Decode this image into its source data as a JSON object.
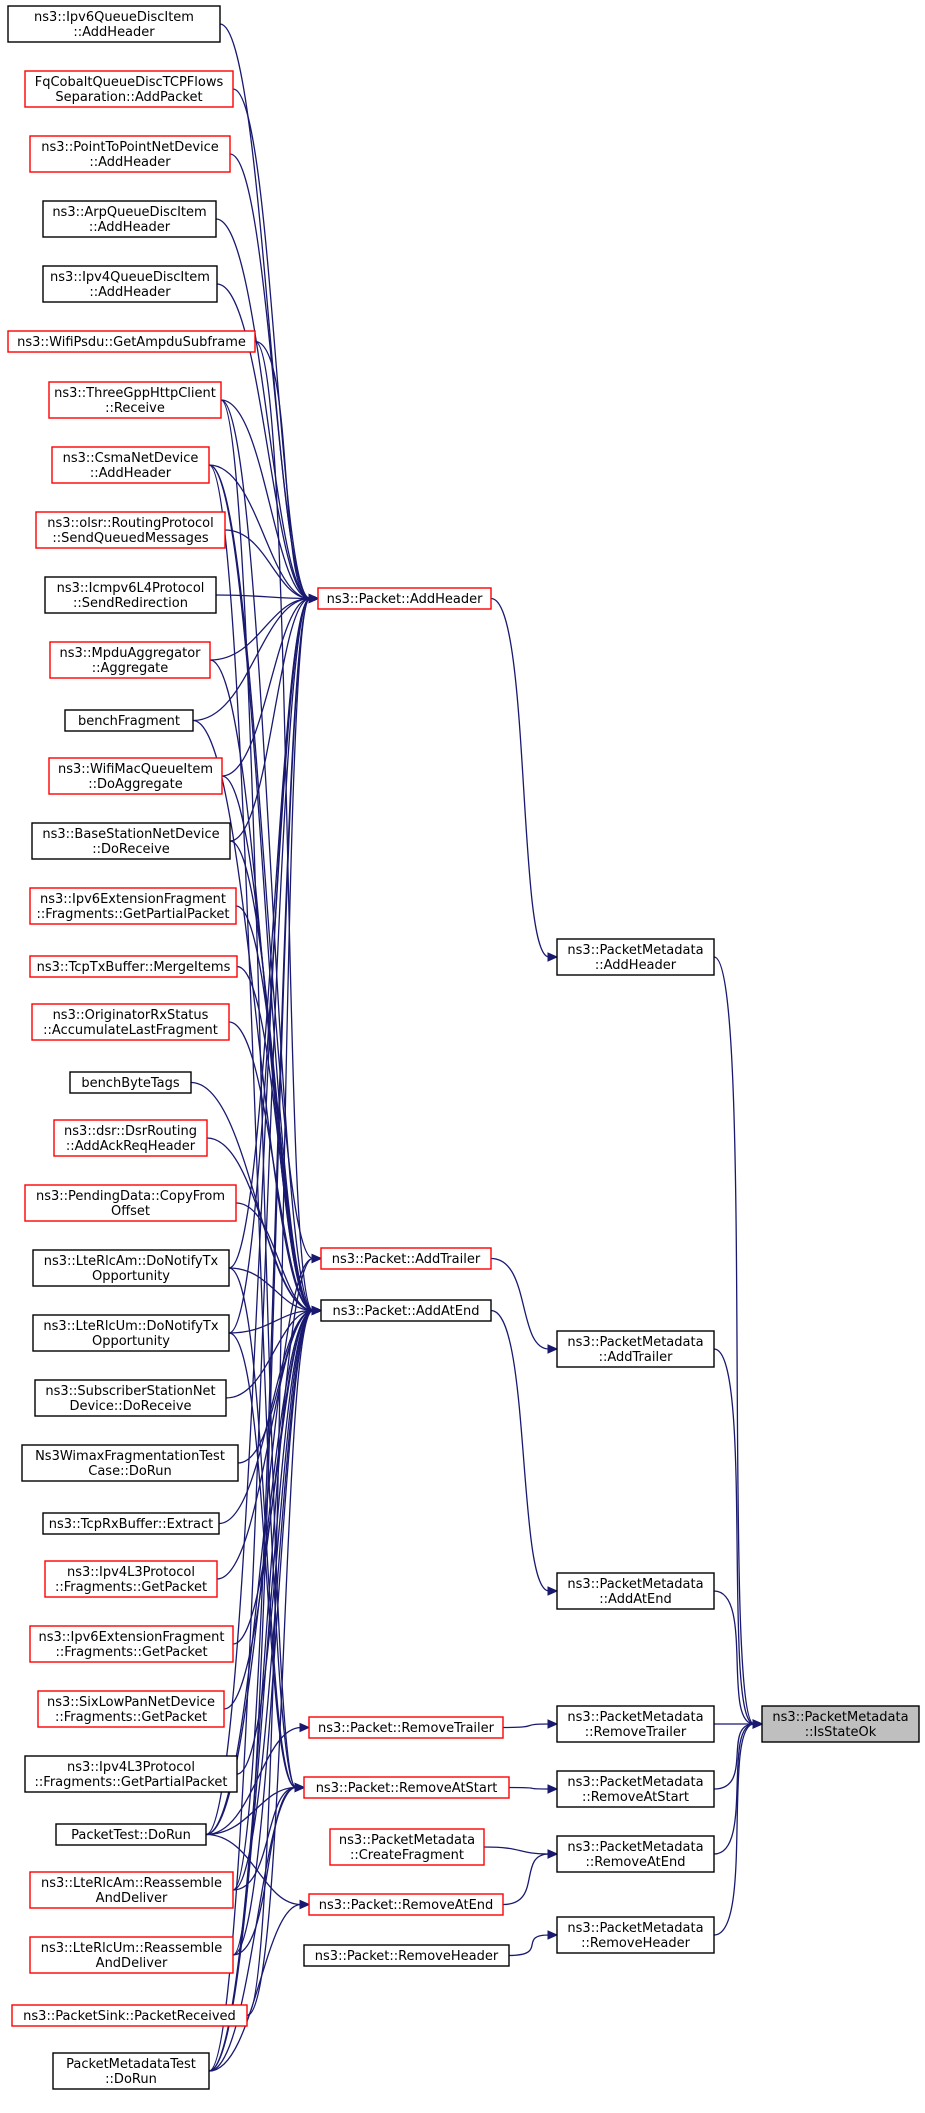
{
  "colors": {
    "edge": "#191970",
    "border_black": "#000000",
    "border_red": "#ff0000",
    "focus_fill": "#bfbfbf"
  },
  "nodes": [
    {
      "id": "n0",
      "lines": [
        "ns3::Ipv6QueueDiscItem",
        "::AddHeader"
      ],
      "border": "black"
    },
    {
      "id": "n1",
      "lines": [
        "FqCobaltQueueDiscTCPFlows",
        "Separation::AddPacket"
      ],
      "border": "red"
    },
    {
      "id": "n2",
      "lines": [
        "ns3::PointToPointNetDevice",
        "::AddHeader"
      ],
      "border": "red"
    },
    {
      "id": "n3",
      "lines": [
        "ns3::ArpQueueDiscItem",
        "::AddHeader"
      ],
      "border": "black"
    },
    {
      "id": "n4",
      "lines": [
        "ns3::Ipv4QueueDiscItem",
        "::AddHeader"
      ],
      "border": "black"
    },
    {
      "id": "n5",
      "lines": [
        "ns3::WifiPsdu::GetAmpduSubframe"
      ],
      "border": "red"
    },
    {
      "id": "n6",
      "lines": [
        "ns3::ThreeGppHttpClient",
        "::Receive"
      ],
      "border": "red"
    },
    {
      "id": "n7",
      "lines": [
        "ns3::CsmaNetDevice",
        "::AddHeader"
      ],
      "border": "red"
    },
    {
      "id": "n8",
      "lines": [
        "ns3::olsr::RoutingProtocol",
        "::SendQueuedMessages"
      ],
      "border": "red"
    },
    {
      "id": "n9",
      "lines": [
        "ns3::Icmpv6L4Protocol",
        "::SendRedirection"
      ],
      "border": "black"
    },
    {
      "id": "n10",
      "lines": [
        "ns3::MpduAggregator",
        "::Aggregate"
      ],
      "border": "red"
    },
    {
      "id": "n11",
      "lines": [
        "benchFragment"
      ],
      "border": "black"
    },
    {
      "id": "n12",
      "lines": [
        "ns3::WifiMacQueueItem",
        "::DoAggregate"
      ],
      "border": "red"
    },
    {
      "id": "n13",
      "lines": [
        "ns3::BaseStationNetDevice",
        "::DoReceive"
      ],
      "border": "black"
    },
    {
      "id": "n14",
      "lines": [
        "ns3::Ipv6ExtensionFragment",
        "::Fragments::GetPartialPacket"
      ],
      "border": "red"
    },
    {
      "id": "n15",
      "lines": [
        "ns3::TcpTxBuffer::MergeItems"
      ],
      "border": "red"
    },
    {
      "id": "n16",
      "lines": [
        "ns3::OriginatorRxStatus",
        "::AccumulateLastFragment"
      ],
      "border": "red"
    },
    {
      "id": "n17",
      "lines": [
        "benchByteTags"
      ],
      "border": "black"
    },
    {
      "id": "n18",
      "lines": [
        "ns3::dsr::DsrRouting",
        "::AddAckReqHeader"
      ],
      "border": "red"
    },
    {
      "id": "n19",
      "lines": [
        "ns3::PendingData::CopyFrom",
        "Offset"
      ],
      "border": "red"
    },
    {
      "id": "n20",
      "lines": [
        "ns3::LteRlcAm::DoNotifyTx",
        "Opportunity"
      ],
      "border": "black"
    },
    {
      "id": "n21",
      "lines": [
        "ns3::LteRlcUm::DoNotifyTx",
        "Opportunity"
      ],
      "border": "black"
    },
    {
      "id": "n22",
      "lines": [
        "ns3::SubscriberStationNet",
        "Device::DoReceive"
      ],
      "border": "black"
    },
    {
      "id": "n23",
      "lines": [
        "Ns3WimaxFragmentationTest",
        "Case::DoRun"
      ],
      "border": "black"
    },
    {
      "id": "n24",
      "lines": [
        "ns3::TcpRxBuffer::Extract"
      ],
      "border": "black"
    },
    {
      "id": "n25",
      "lines": [
        "ns3::Ipv4L3Protocol",
        "::Fragments::GetPacket"
      ],
      "border": "red"
    },
    {
      "id": "n26",
      "lines": [
        "ns3::Ipv6ExtensionFragment",
        "::Fragments::GetPacket"
      ],
      "border": "red"
    },
    {
      "id": "n27",
      "lines": [
        "ns3::SixLowPanNetDevice",
        "::Fragments::GetPacket"
      ],
      "border": "red"
    },
    {
      "id": "n28",
      "lines": [
        "ns3::Ipv4L3Protocol",
        "::Fragments::GetPartialPacket"
      ],
      "border": "black"
    },
    {
      "id": "n29",
      "lines": [
        "PacketTest::DoRun"
      ],
      "border": "black"
    },
    {
      "id": "n30",
      "lines": [
        "ns3::LteRlcAm::Reassemble",
        "AndDeliver"
      ],
      "border": "red"
    },
    {
      "id": "n31",
      "lines": [
        "ns3::LteRlcUm::Reassemble",
        "AndDeliver"
      ],
      "border": "red"
    },
    {
      "id": "n32",
      "lines": [
        "ns3::PacketSink::PacketReceived"
      ],
      "border": "red"
    },
    {
      "id": "n33",
      "lines": [
        "PacketMetadataTest",
        "::DoRun"
      ],
      "border": "black"
    },
    {
      "id": "p_addheader",
      "lines": [
        "ns3::Packet::AddHeader"
      ],
      "border": "red"
    },
    {
      "id": "p_addtrailer",
      "lines": [
        "ns3::Packet::AddTrailer"
      ],
      "border": "red"
    },
    {
      "id": "p_addatend",
      "lines": [
        "ns3::Packet::AddAtEnd"
      ],
      "border": "black"
    },
    {
      "id": "p_removetrailer",
      "lines": [
        "ns3::Packet::RemoveTrailer"
      ],
      "border": "red"
    },
    {
      "id": "p_removeatstart",
      "lines": [
        "ns3::Packet::RemoveAtStart"
      ],
      "border": "red"
    },
    {
      "id": "pm_createfragment",
      "lines": [
        "ns3::PacketMetadata",
        "::CreateFragment"
      ],
      "border": "red"
    },
    {
      "id": "p_removeatend",
      "lines": [
        "ns3::Packet::RemoveAtEnd"
      ],
      "border": "red"
    },
    {
      "id": "p_removeheader",
      "lines": [
        "ns3::Packet::RemoveHeader"
      ],
      "border": "black"
    },
    {
      "id": "pm_addheader",
      "lines": [
        "ns3::PacketMetadata",
        "::AddHeader"
      ],
      "border": "black"
    },
    {
      "id": "pm_addtrailer",
      "lines": [
        "ns3::PacketMetadata",
        "::AddTrailer"
      ],
      "border": "black"
    },
    {
      "id": "pm_addatend",
      "lines": [
        "ns3::PacketMetadata",
        "::AddAtEnd"
      ],
      "border": "black"
    },
    {
      "id": "pm_removetrailer",
      "lines": [
        "ns3::PacketMetadata",
        "::RemoveTrailer"
      ],
      "border": "black"
    },
    {
      "id": "pm_removeatstart",
      "lines": [
        "ns3::PacketMetadata",
        "::RemoveAtStart"
      ],
      "border": "black"
    },
    {
      "id": "pm_removeatend",
      "lines": [
        "ns3::PacketMetadata",
        "::RemoveAtEnd"
      ],
      "border": "black"
    },
    {
      "id": "pm_removeheader",
      "lines": [
        "ns3::PacketMetadata",
        "::RemoveHeader"
      ],
      "border": "black"
    },
    {
      "id": "pm_isstateok",
      "lines": [
        "ns3::PacketMetadata",
        "::IsStateOk"
      ],
      "border": "black",
      "focus": true
    }
  ],
  "edges": [
    [
      "n0",
      "p_addheader"
    ],
    [
      "n1",
      "p_addheader"
    ],
    [
      "n2",
      "p_addheader"
    ],
    [
      "n3",
      "p_addheader"
    ],
    [
      "n4",
      "p_addheader"
    ],
    [
      "n5",
      "p_addheader"
    ],
    [
      "n6",
      "p_addheader"
    ],
    [
      "n7",
      "p_addheader"
    ],
    [
      "n8",
      "p_addheader"
    ],
    [
      "n9",
      "p_addheader"
    ],
    [
      "n10",
      "p_addheader"
    ],
    [
      "n11",
      "p_addheader"
    ],
    [
      "n12",
      "p_addheader"
    ],
    [
      "n13",
      "p_addheader"
    ],
    [
      "n20",
      "p_addheader"
    ],
    [
      "n21",
      "p_addheader"
    ],
    [
      "n29",
      "p_addheader"
    ],
    [
      "n30",
      "p_addheader"
    ],
    [
      "n31",
      "p_addheader"
    ],
    [
      "n32",
      "p_addheader"
    ],
    [
      "n33",
      "p_addheader"
    ],
    [
      "n7",
      "p_addtrailer"
    ],
    [
      "n29",
      "p_addtrailer"
    ],
    [
      "n33",
      "p_addtrailer"
    ],
    [
      "n5",
      "p_addatend"
    ],
    [
      "n6",
      "p_addatend"
    ],
    [
      "n7",
      "p_addatend"
    ],
    [
      "n10",
      "p_addatend"
    ],
    [
      "n11",
      "p_addatend"
    ],
    [
      "n12",
      "p_addatend"
    ],
    [
      "n13",
      "p_addatend"
    ],
    [
      "n14",
      "p_addatend"
    ],
    [
      "n15",
      "p_addatend"
    ],
    [
      "n16",
      "p_addatend"
    ],
    [
      "n17",
      "p_addatend"
    ],
    [
      "n18",
      "p_addatend"
    ],
    [
      "n19",
      "p_addatend"
    ],
    [
      "n20",
      "p_addatend"
    ],
    [
      "n21",
      "p_addatend"
    ],
    [
      "n22",
      "p_addatend"
    ],
    [
      "n23",
      "p_addatend"
    ],
    [
      "n24",
      "p_addatend"
    ],
    [
      "n25",
      "p_addatend"
    ],
    [
      "n26",
      "p_addatend"
    ],
    [
      "n27",
      "p_addatend"
    ],
    [
      "n28",
      "p_addatend"
    ],
    [
      "n29",
      "p_addatend"
    ],
    [
      "n30",
      "p_addatend"
    ],
    [
      "n31",
      "p_addatend"
    ],
    [
      "n32",
      "p_addatend"
    ],
    [
      "n33",
      "p_addatend"
    ],
    [
      "n29",
      "p_removetrailer"
    ],
    [
      "n6",
      "p_removeatstart"
    ],
    [
      "n7",
      "p_removeatstart"
    ],
    [
      "n20",
      "p_removeatstart"
    ],
    [
      "n21",
      "p_removeatstart"
    ],
    [
      "n29",
      "p_removeatstart"
    ],
    [
      "n30",
      "p_removeatstart"
    ],
    [
      "n31",
      "p_removeatstart"
    ],
    [
      "n33",
      "p_removeatstart"
    ],
    [
      "n29",
      "p_removeatend"
    ],
    [
      "n33",
      "p_removeatend"
    ],
    [
      "p_addheader",
      "pm_addheader"
    ],
    [
      "p_addtrailer",
      "pm_addtrailer"
    ],
    [
      "p_addatend",
      "pm_addatend"
    ],
    [
      "p_removetrailer",
      "pm_removetrailer"
    ],
    [
      "p_removeatstart",
      "pm_removeatstart"
    ],
    [
      "pm_createfragment",
      "pm_removeatend"
    ],
    [
      "p_removeatend",
      "pm_removeatend"
    ],
    [
      "p_removeheader",
      "pm_removeheader"
    ],
    [
      "pm_addheader",
      "pm_isstateok"
    ],
    [
      "pm_addtrailer",
      "pm_isstateok"
    ],
    [
      "pm_addatend",
      "pm_isstateok"
    ],
    [
      "pm_removetrailer",
      "pm_isstateok"
    ],
    [
      "pm_removeatstart",
      "pm_isstateok"
    ],
    [
      "pm_removeatend",
      "pm_isstateok"
    ],
    [
      "pm_removeheader",
      "pm_isstateok"
    ]
  ]
}
